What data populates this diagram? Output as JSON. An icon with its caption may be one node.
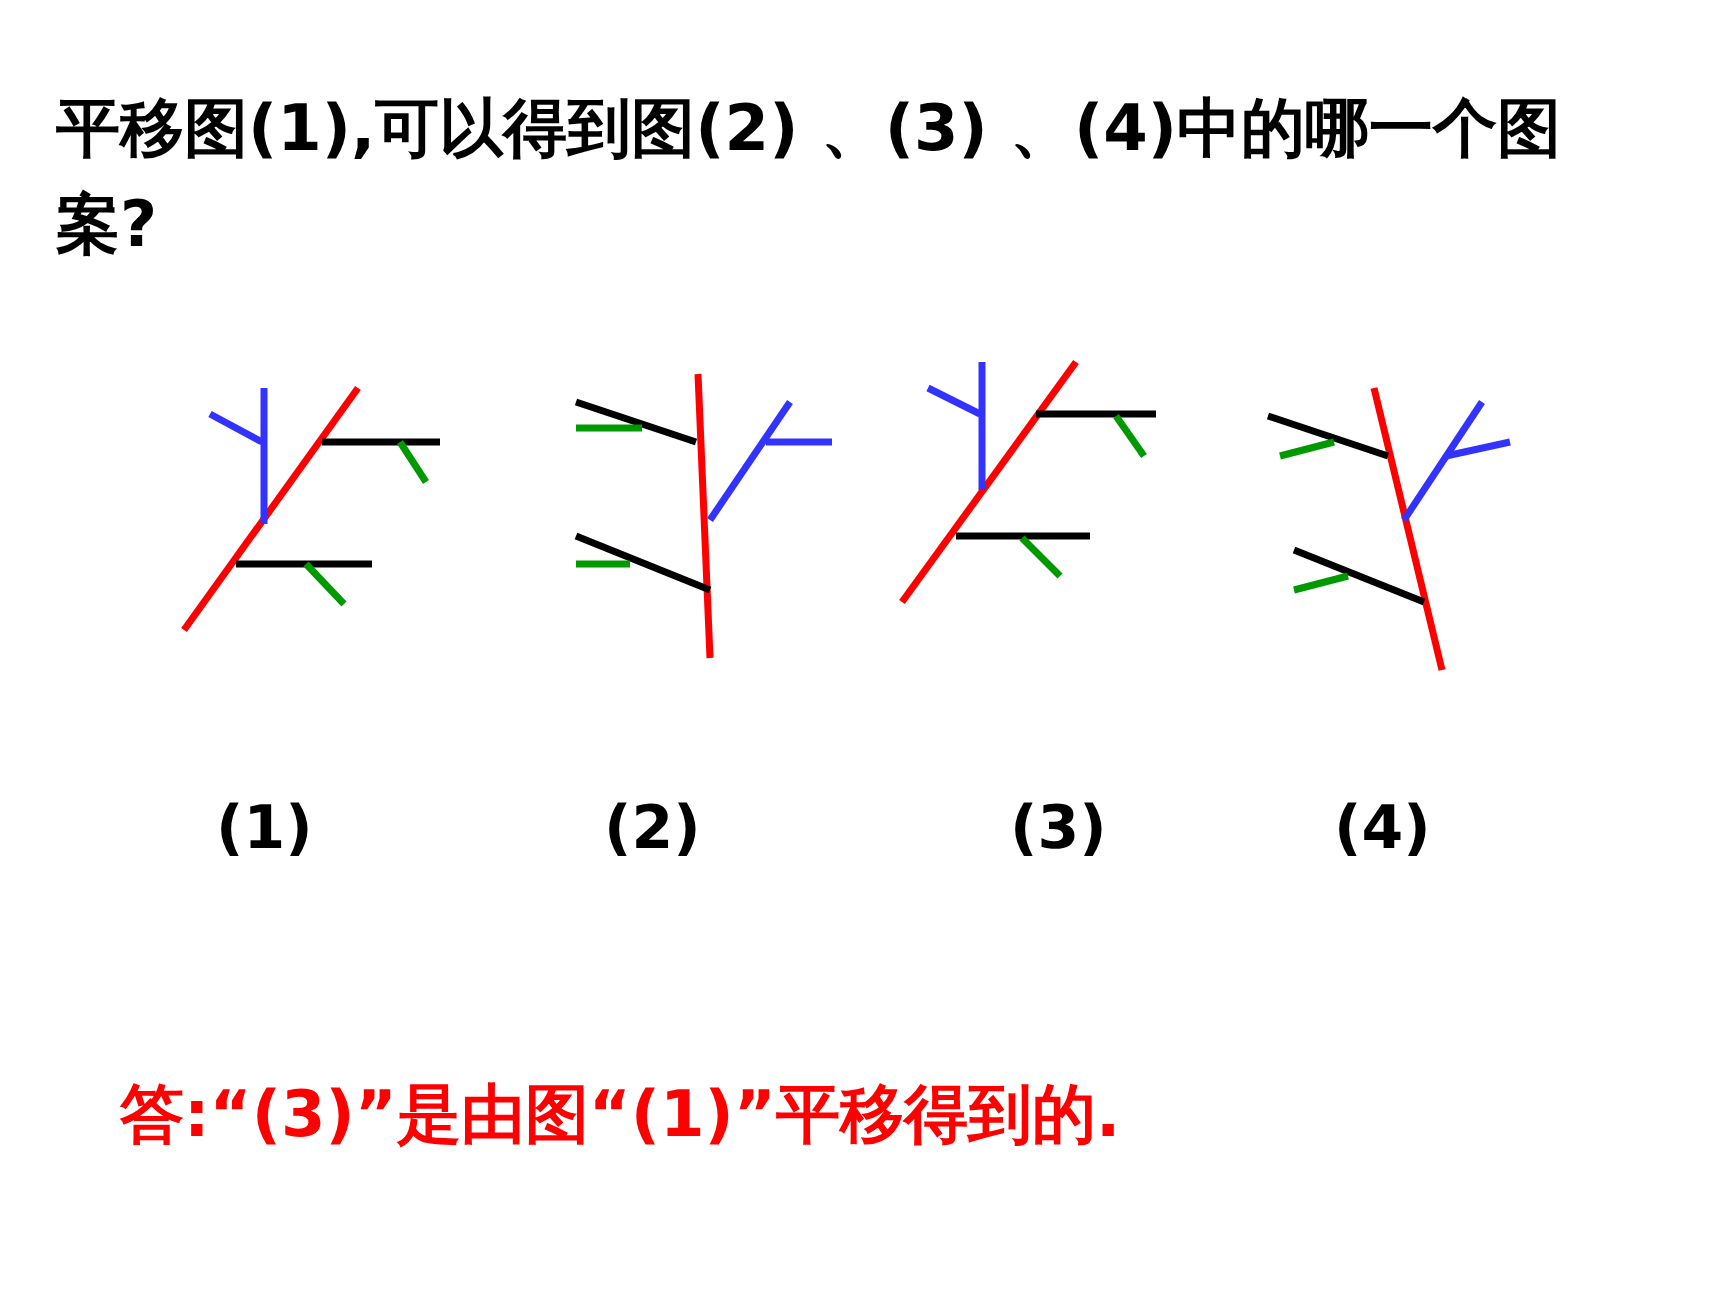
{
  "diagram": {
    "title": "平移图(1),可以得到图(2) 、(3) 、(4)中的哪一个图案?",
    "labels": [
      "(1)",
      "(2)",
      "(3)",
      "(4)",
      "答:“(3)”是由图“(1)”平移得到的."
    ]
  }
}
